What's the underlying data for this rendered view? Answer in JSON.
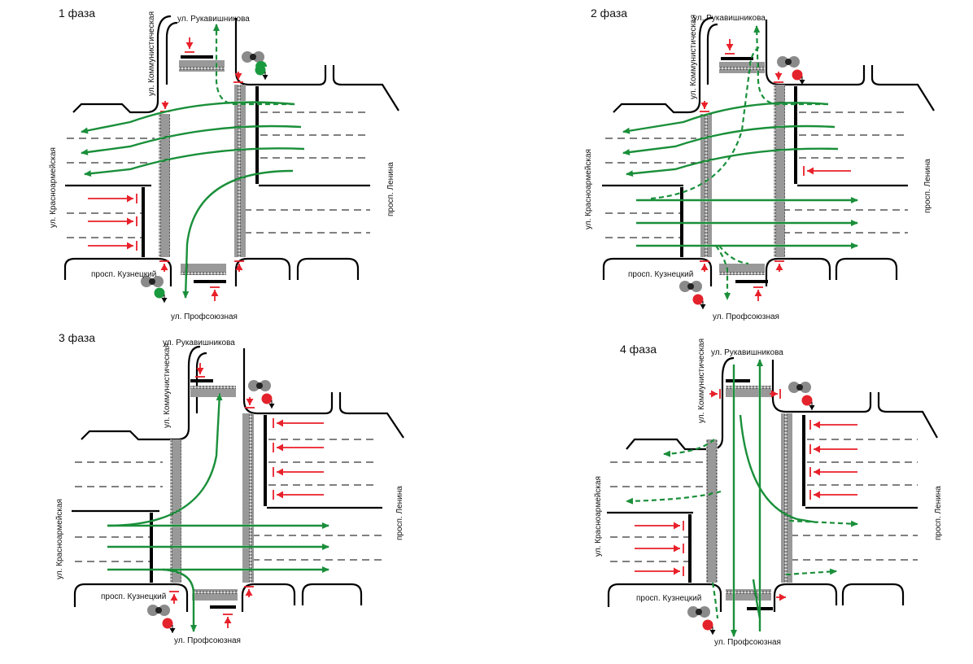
{
  "phases": [
    {
      "title": "1 фаза",
      "streets": {
        "north": "ул. Рукавишникова",
        "west": "ул. Коммунистическая",
        "left": "ул. Красноармейская",
        "east": "просп. Ленина",
        "southwest": "просп. Кузнецкий",
        "south": "ул. Профсоюзная"
      },
      "light_north": "green",
      "light_south": "green"
    },
    {
      "title": "2 фаза",
      "streets": {
        "north": "ул. Рукавишникова",
        "west": "ул. Коммунистическая",
        "left": "ул. Красноармейская",
        "east": "просп. Ленина",
        "southwest": "просп. Кузнецкий",
        "south": "ул. Профсоюзная"
      },
      "light_north": "red",
      "light_south": "red"
    },
    {
      "title": "3 фаза",
      "streets": {
        "north": "ул. Рукавишникова",
        "west": "ул. Коммунистическая",
        "left": "ул. Красноармейская",
        "east": "просп. Ленина",
        "southwest": "просп. Кузнецкий",
        "south": "ул. Профсоюзная"
      },
      "light_north": "red",
      "light_south": "red"
    },
    {
      "title": "4 фаза",
      "streets": {
        "north": "ул. Рукавишникова",
        "west": "ул. Коммунистическая",
        "left": "ул. Красноармейская",
        "east": "просп. Ленина",
        "southwest": "просп. Кузнецкий",
        "south": "ул. Профсоюзная"
      },
      "light_north": "red",
      "light_south": "red"
    }
  ],
  "colors": {
    "allowed_flow": "#1a8f3a",
    "stop_arrow": "#e8202a",
    "light_green": "#1a9a3e",
    "light_red": "#e3222b",
    "light_body": "#8a8a8a"
  }
}
